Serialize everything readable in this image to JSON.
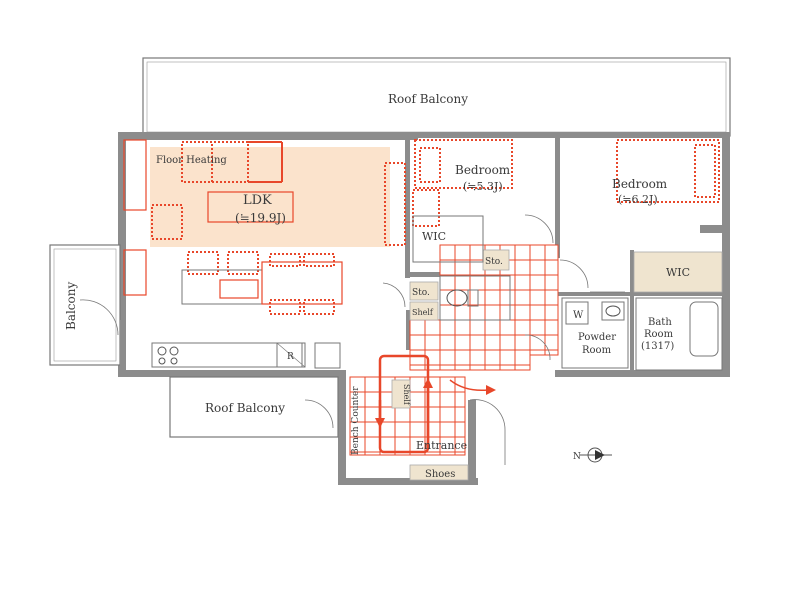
{
  "labels": {
    "roof_balcony_top": "Roof Balcony",
    "roof_balcony_bottom": "Roof Balcony",
    "balcony": "Balcony",
    "floor_heating": "Floor Heating",
    "ldk": "LDK",
    "ldk_area": "(≒19.9J)",
    "bedroom1": "Bedroom",
    "bedroom1_area": "(≒5.3J)",
    "bedroom2": "Bedroom",
    "bedroom2_area": "(≒6.2J)",
    "wic1": "WIC",
    "wic2": "WIC",
    "sto1": "Sto.",
    "sto2": "Sto.",
    "shelf1": "Shelf",
    "shelf2": "Shelf",
    "w": "W",
    "powder_room_1": "Powder",
    "powder_room_2": "Room",
    "bath_room_1": "Bath",
    "bath_room_2": "Room",
    "bath_room_3": "(1317)",
    "refrigerator": "R",
    "bench_counter": "Bench Counter",
    "entrance": "Entrance",
    "shoes": "Shoes",
    "north": "N"
  },
  "colors": {
    "accent": "#e8472a",
    "floor_heating": "#fbe3cc",
    "storage": "#efe4cf",
    "wall": "#8c8c8c"
  }
}
